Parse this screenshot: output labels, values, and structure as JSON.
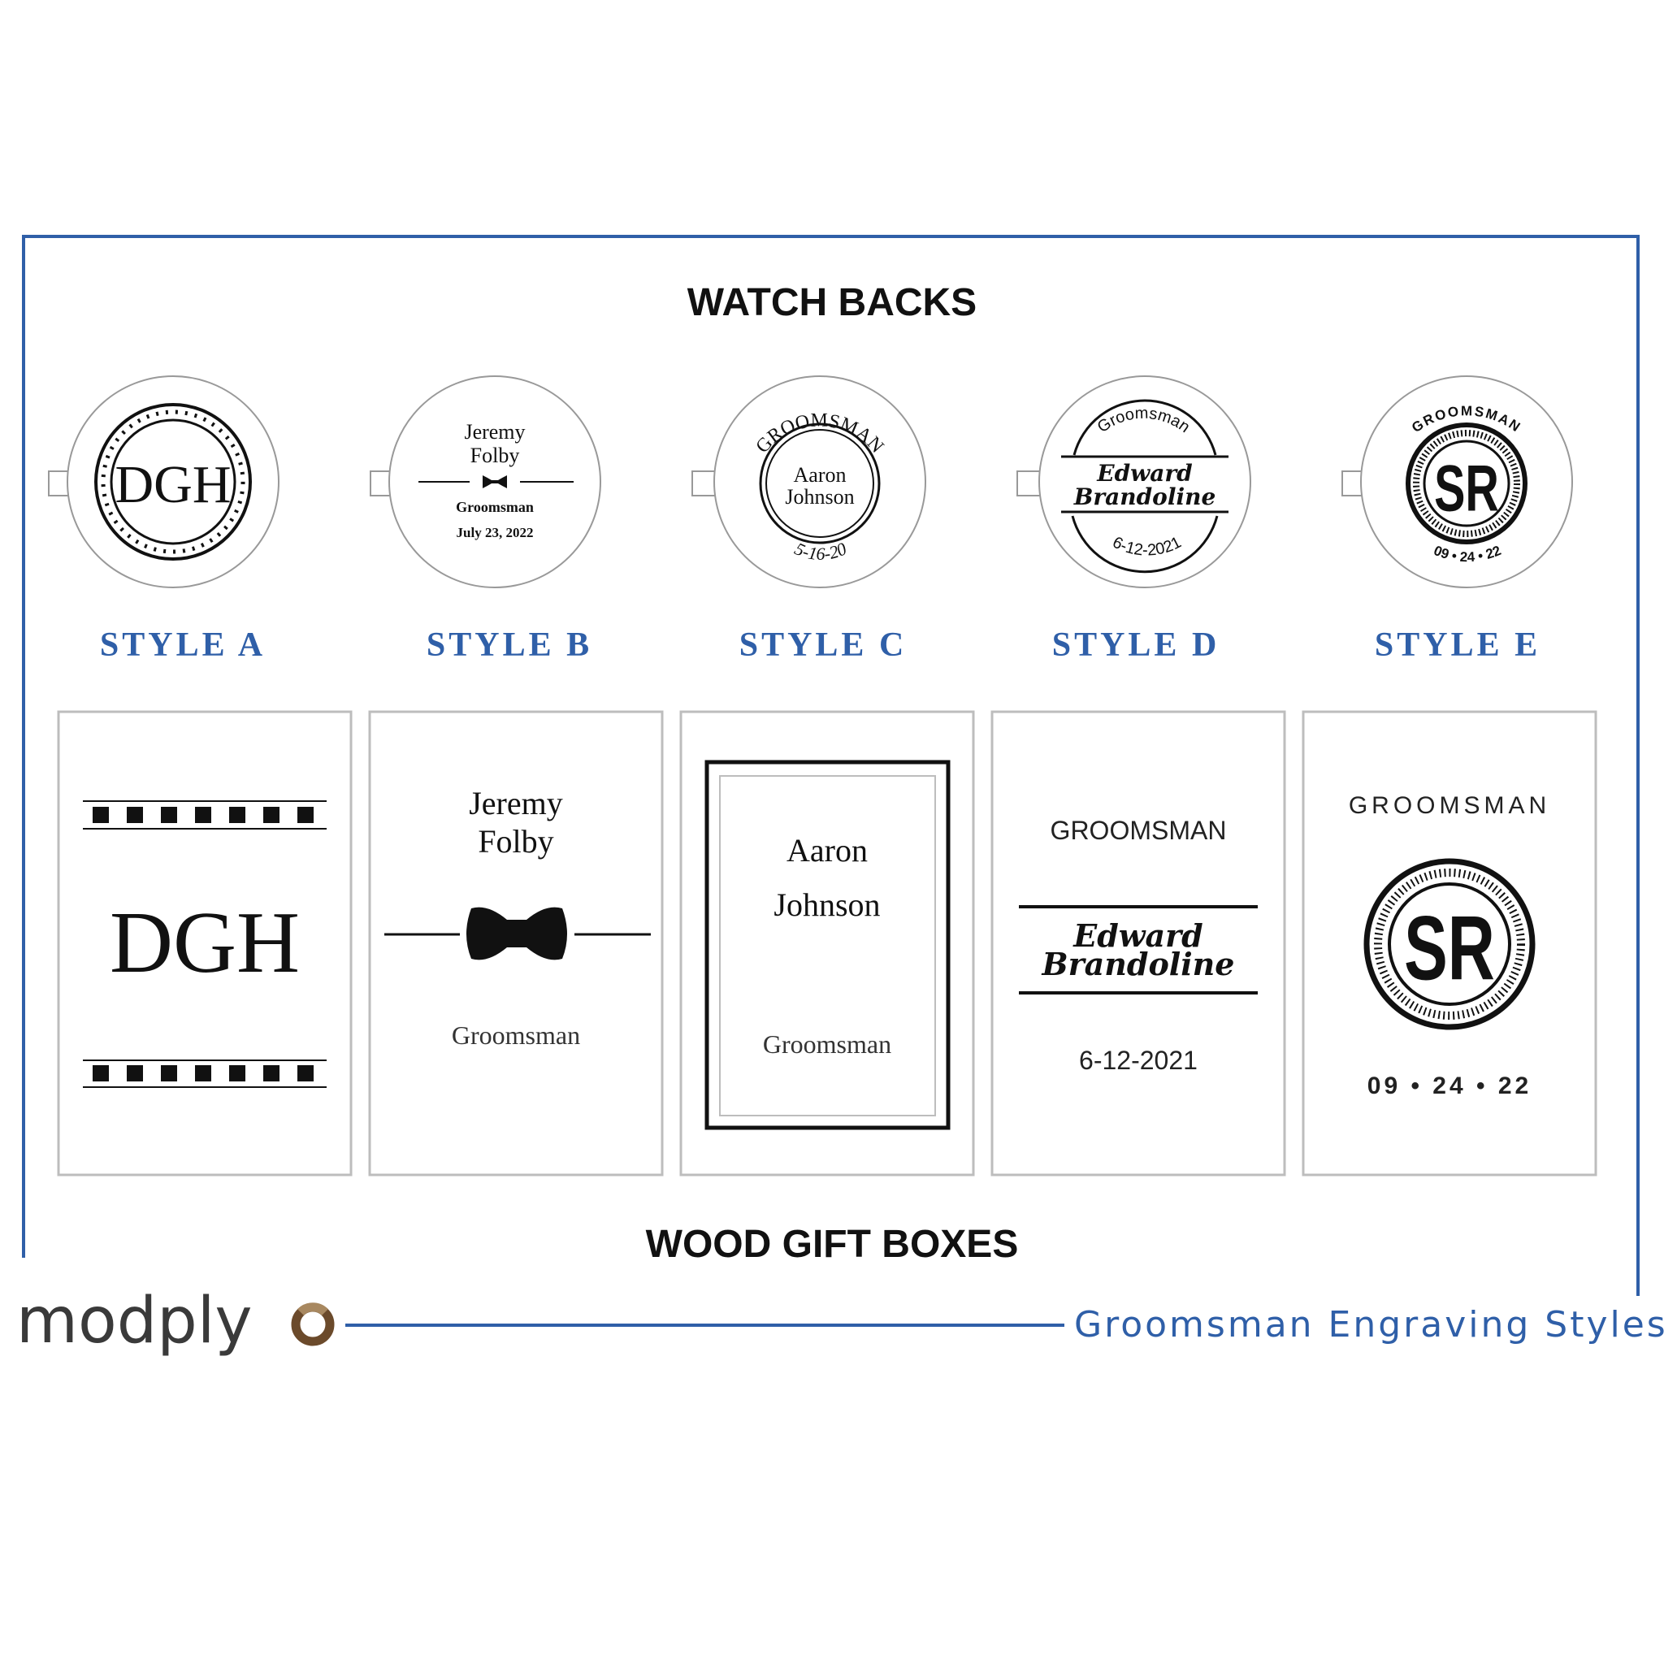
{
  "colors": {
    "frame": "#2f5fa8",
    "label": "#2f5fa8",
    "ink": "#111111",
    "panel_border": "#bdbdbd",
    "brand": "#3a3a3a",
    "brand_ring": "#6b4a2b",
    "tagline": "#2f5fa8"
  },
  "watch_backs_title": "WATCH BACKS",
  "gift_boxes_title": "WOOD GIFT BOXES",
  "styles": [
    {
      "label": "STYLE A",
      "watch": {
        "monogram": "DGH",
        "dot-ring-icon": "dot-ring-icon"
      },
      "box": {
        "monogram": "DGH",
        "border-icon": "checker-border-icon"
      }
    },
    {
      "label": "STYLE B",
      "watch": {
        "name_line1": "Jeremy",
        "name_line2": "Folby",
        "role": "Groomsman",
        "date": "July 23, 2022",
        "icon": "bow-tie-icon"
      },
      "box": {
        "name_line1": "Jeremy",
        "name_line2": "Folby",
        "role": "Groomsman",
        "icon": "bow-tie-icon"
      }
    },
    {
      "label": "STYLE C",
      "watch": {
        "arc_top": "GROOMSMAN",
        "name_line1": "Aaron",
        "name_line2": "Johnson",
        "date": "5-16-20"
      },
      "box": {
        "name_line1": "Aaron",
        "name_line2": "Johnson",
        "role": "Groomsman"
      }
    },
    {
      "label": "STYLE D",
      "watch": {
        "arc_top": "Groomsman",
        "name_line1": "Edward",
        "name_line2": "Brandoline",
        "arc_bottom": "6-12-2021"
      },
      "box": {
        "role": "GROOMSMAN",
        "name_line1": "Edward",
        "name_line2": "Brandoline",
        "date": "6-12-2021"
      }
    },
    {
      "label": "STYLE E",
      "watch": {
        "arc_top": "GROOMSMAN",
        "monogram": "SR",
        "arc_bottom": "09 • 24 • 22"
      },
      "box": {
        "role": "GROOMSMAN",
        "monogram": "SR",
        "date": "09  •  24  •  22"
      }
    }
  ],
  "brand": {
    "name": "modply",
    "logo_icon": "ring-logo-icon",
    "tagline": "Groomsman Engraving Styles"
  }
}
